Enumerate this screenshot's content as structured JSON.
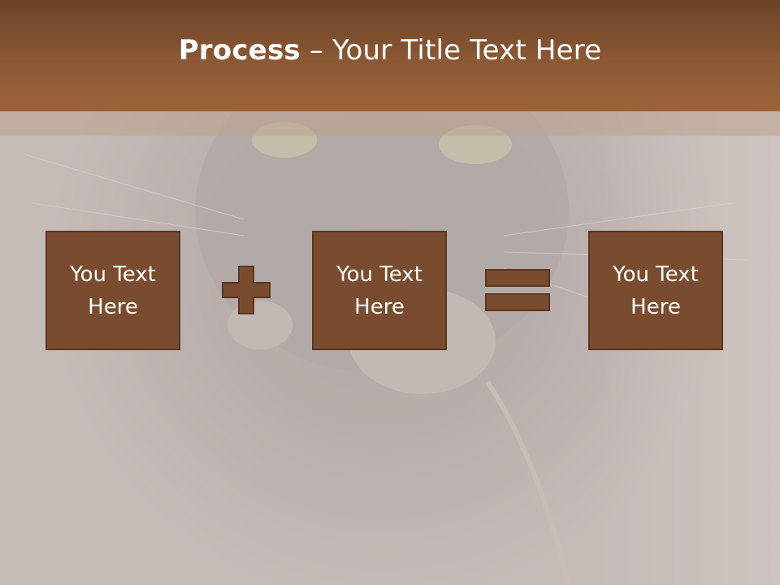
{
  "slide": {
    "title_bold": "Process",
    "title_rest": " – Your Title Text Here",
    "boxes": [
      {
        "text": "You Text Here"
      },
      {
        "text": "You Text Here"
      },
      {
        "text": "You Text Here"
      }
    ]
  },
  "colors": {
    "header": "#8e5a35",
    "box_fill": "#7a4c2f",
    "box_border": "#5a3520",
    "operator_fill": "#7a4c2f"
  },
  "icons": {
    "operator_1": "plus-icon",
    "operator_2": "equals-icon"
  }
}
